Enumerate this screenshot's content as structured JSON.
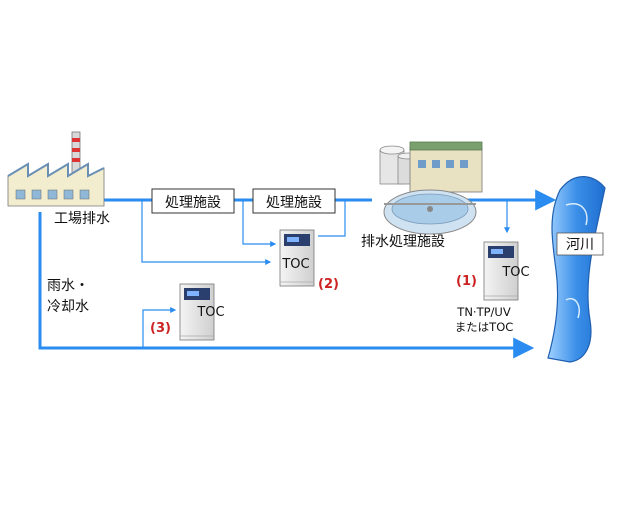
{
  "labels": {
    "factory_wastewater": "工場排水",
    "treatment_1": "処理施設",
    "treatment_2": "処理施設",
    "wastewater_treatment_facility": "排水処理施設",
    "rain_cooling_line1": "雨水・",
    "rain_cooling_line2": "冷却水",
    "river": "河川"
  },
  "analyzers": [
    {
      "marker": "(1)",
      "name": "TOC",
      "note_line1": "TN·TP/UV",
      "note_line2": "またはTOC"
    },
    {
      "marker": "(2)",
      "name": "TOC"
    },
    {
      "marker": "(3)",
      "name": "TOC"
    }
  ],
  "colors": {
    "flow": "#2a8cf0",
    "marker": "#cc2222",
    "river": "#3b8fe8",
    "river_edge": "#1f5fb0"
  },
  "icons": {
    "factory": "factory-icon",
    "analyzer": "analyzer-icon",
    "plant": "treatment-plant-icon",
    "river": "river-icon"
  }
}
